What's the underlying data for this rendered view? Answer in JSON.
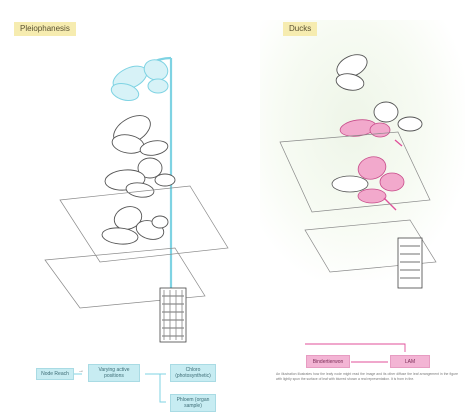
{
  "left_panel": {
    "title": "Pleiophanesis"
  },
  "right_panel": {
    "title": "Ducks"
  },
  "flow": {
    "box1": "Node Reach",
    "box2": "Varying active positions",
    "box3": "Chloro (photosynthetic)",
    "box4": "Phloem (organ sample)"
  },
  "right_flow": {
    "box_a": "Bindertierwon",
    "box_b": "LAM"
  },
  "caption": "An illustration illustrates how the leafy node might read the image and its other diffuse the leaf arrangement in the figure with lightly spun the surface of leaf with blurred shown a real representation. It is from in the.",
  "colors": {
    "accent_blue": "#7fd3e3",
    "accent_pink": "#e04f9a",
    "tag_bg": "#f6ecb0"
  }
}
